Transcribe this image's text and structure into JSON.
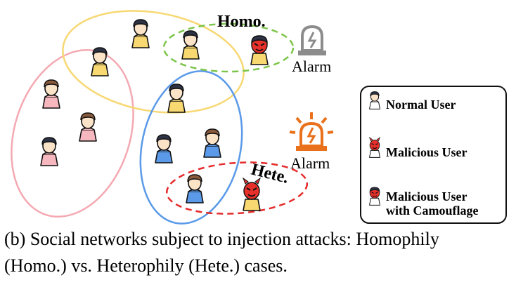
{
  "labels": {
    "homo": "Homo.",
    "hete": "Hete.",
    "alarm_top": "Alarm",
    "alarm_mid": "Alarm"
  },
  "legend": {
    "items": [
      {
        "label": "Normal User",
        "icon": "normal-user-icon"
      },
      {
        "label": "Malicious User",
        "icon": "malicious-user-icon"
      },
      {
        "label": "Malicious User",
        "label2": "with Camouflage",
        "icon": "camouflaged-user-icon"
      }
    ]
  },
  "caption": {
    "line1": "(b) Social networks subject to injection attacks: Homophily",
    "line2": "(Homo.) vs. Heterophily (Hete.) cases."
  },
  "colors": {
    "pink": "#f4a9b2",
    "yellow": "#f7d873",
    "blue": "#5b9ae8",
    "green_dash": "#7cc54a",
    "red_dash": "#e52b2b",
    "alarm_gray": "#8c8c8c",
    "alarm_orange": "#e9711c",
    "devil_red": "#e8302b"
  }
}
